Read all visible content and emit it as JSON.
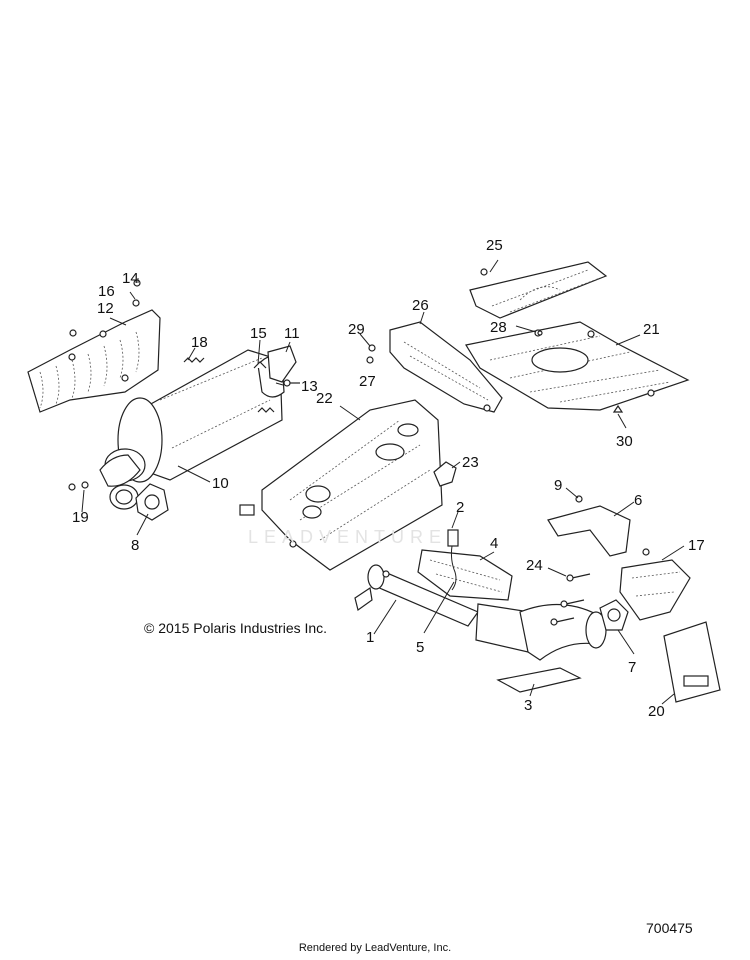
{
  "copyright": "© 2015 Polaris Industries Inc.",
  "diagram_id": "700475",
  "footer": "Rendered by LeadVenture, Inc.",
  "watermark": "LEADVENTURE",
  "callouts": [
    "1",
    "2",
    "3",
    "4",
    "5",
    "6",
    "7",
    "8",
    "9",
    "10",
    "11",
    "12",
    "13",
    "14",
    "15",
    "16",
    "17",
    "18",
    "19",
    "20",
    "21",
    "22",
    "23",
    "24",
    "25",
    "26",
    "27",
    "28",
    "29",
    "30"
  ]
}
